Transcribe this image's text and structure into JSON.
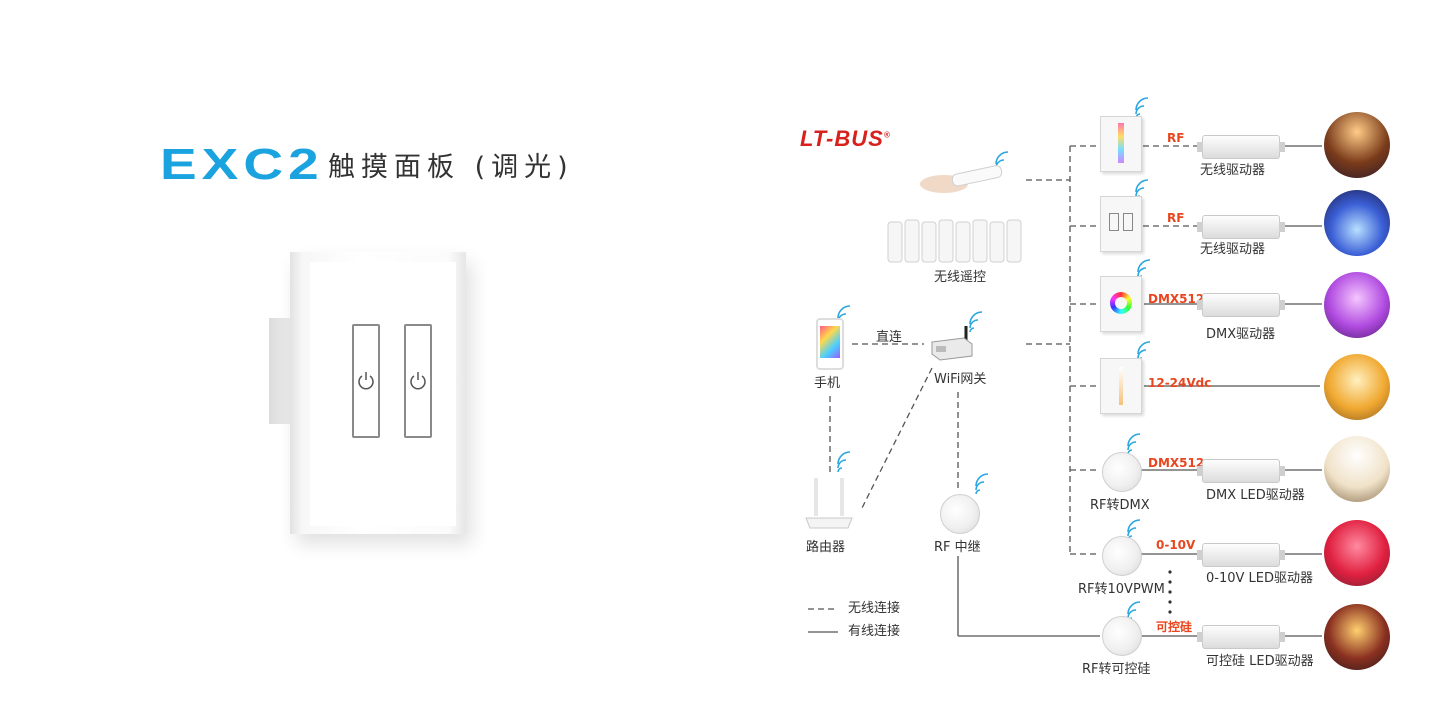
{
  "title": {
    "model": "EXC2",
    "description": "触摸面板 (调光)"
  },
  "logo": {
    "text": "LT-BUS",
    "mark": "®"
  },
  "nodes": {
    "remote": "无线遥控",
    "phone": "手机",
    "direct": "直连",
    "wifi_gateway": "WiFi网关",
    "router": "路由器",
    "rf_repeater": "RF 中继",
    "rf_dmx": "RF转DMX",
    "rf_0_10v": "RF转10VPWM",
    "rf_triac": "RF转可控硅"
  },
  "rows": [
    {
      "signal": "RF",
      "driver": "无线驱动器"
    },
    {
      "signal": "RF",
      "driver": "无线驱动器"
    },
    {
      "signal": "DMX512",
      "driver": "DMX驱动器"
    },
    {
      "signal": "12-24Vdc",
      "driver": ""
    },
    {
      "signal": "DMX512",
      "driver": "DMX LED驱动器"
    },
    {
      "signal": "0-10V",
      "driver": "0-10V LED驱动器"
    },
    {
      "signal": "可控硅",
      "driver": "可控硅 LED驱动器"
    }
  ],
  "legend": {
    "wireless": "无线连接",
    "wired": "有线连接"
  },
  "colors": {
    "brand_blue": "#1aa3de",
    "signal_red": "#e8461e",
    "logo_red": "#d7211d",
    "wifi_blue": "#2aa6e0"
  }
}
